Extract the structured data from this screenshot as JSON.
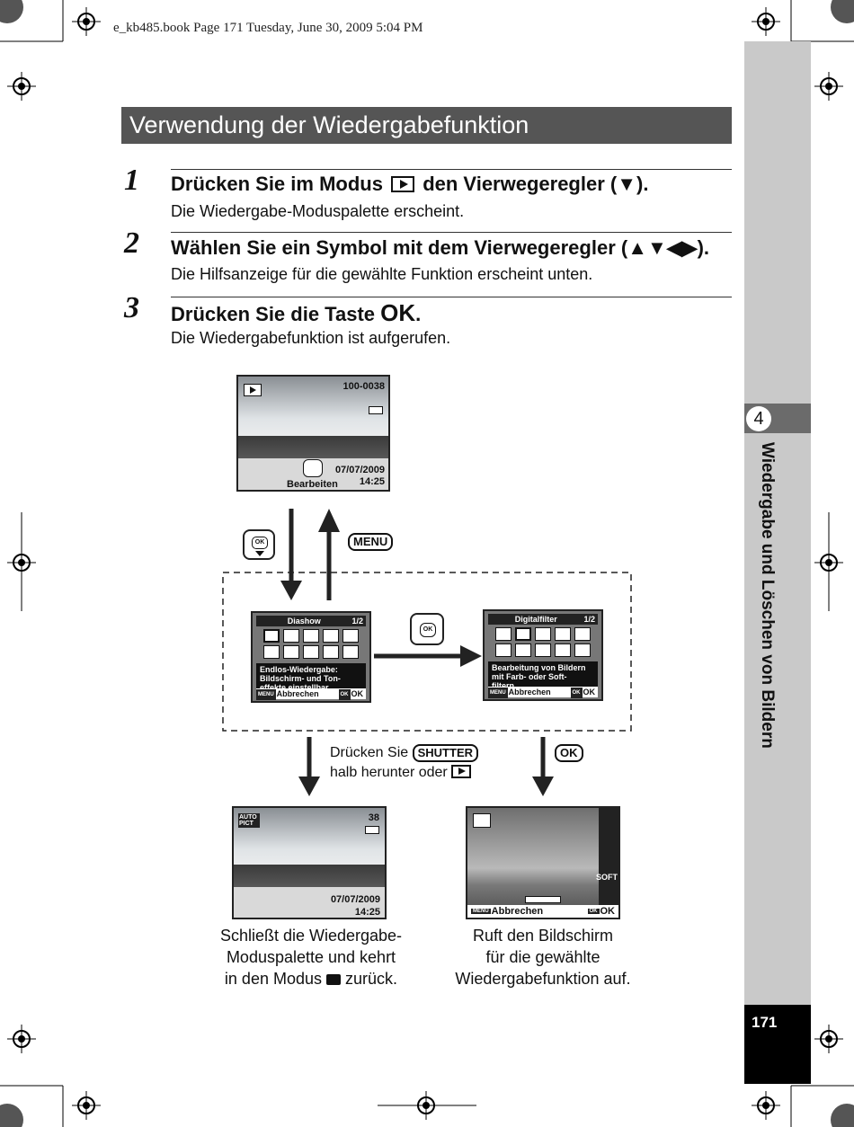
{
  "print_header": "e_kb485.book  Page 171  Tuesday, June 30, 2009  5:04 PM",
  "title": "Verwendung der Wiedergabefunktion",
  "steps": [
    {
      "num": "1",
      "head_pre": "Drücken Sie im Modus",
      "head_post": "den Vierwegeregler (▼).",
      "sub": "Die Wiedergabe-Moduspalette erscheint."
    },
    {
      "num": "2",
      "head": "Wählen Sie ein Symbol mit dem Vierwegeregler (▲▼◀▶).",
      "sub": "Die Hilfsanzeige für die gewählte Funktion erscheint unten."
    },
    {
      "num": "3",
      "head_pre": "Drücken Sie die Taste",
      "head_ok": "OK",
      "head_post": ".",
      "sub": "Die Wiedergabefunktion ist aufgerufen."
    }
  ],
  "chapter": {
    "number": "4",
    "title": "Wiedergabe und Löschen von Bildern"
  },
  "page_number": "171",
  "diagram": {
    "top_screen": {
      "file": "100-0038",
      "date": "07/07/2009",
      "time": "14:25",
      "label": "Bearbeiten"
    },
    "menu_button": "MENU",
    "palette_left": {
      "title": "Diashow",
      "page": "1/2",
      "help": [
        "Endlos-Wiedergabe:",
        "Bildschirm- und Ton-",
        "effekte einstellbar"
      ],
      "cancel": "Abbrechen",
      "ok": "OK",
      "menu_tag": "MENU",
      "ok_tag": "OK"
    },
    "palette_right": {
      "title": "Digitalfilter",
      "page": "1/2",
      "help": [
        "Bearbeitung von Bildern",
        "mit Farb- oder Soft-",
        "filtern"
      ],
      "cancel": "Abbrechen",
      "ok": "OK",
      "menu_tag": "MENU",
      "ok_tag": "OK"
    },
    "note_line1_pre": "Drücken Sie",
    "shutter": "SHUTTER",
    "note_line2": "halb herunter oder",
    "ok_button": "OK",
    "bottom_left_screen": {
      "mode": "AUTO PICT",
      "count": "38",
      "date": "07/07/2009",
      "time": "14:25"
    },
    "bottom_right_screen": {
      "cancel": "Abbrechen",
      "ok": "OK",
      "menu_tag": "MENU",
      "ok_tag": "OK",
      "soft": "SOFT"
    },
    "caption_left": [
      "Schließt die Wiedergabe-",
      "Moduspalette und kehrt",
      "in den Modus",
      "zurück."
    ],
    "caption_right": [
      "Ruft den Bildschirm",
      "für die gewählte",
      "Wiedergabefunktion auf."
    ]
  }
}
